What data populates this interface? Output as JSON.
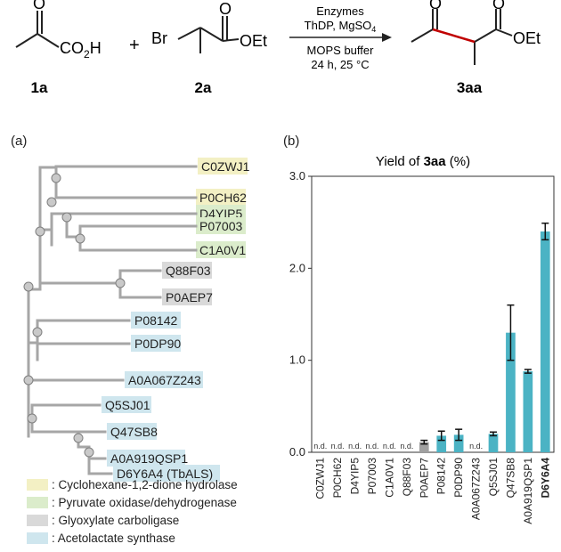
{
  "scheme": {
    "reactant1_label": "1a",
    "reactant1_formula": "CO2H",
    "plus": "+",
    "reactant2_label": "2a",
    "reactant2_br": "Br",
    "reactant2_oet": "OEt",
    "conditions_line1": "Enzymes",
    "conditions_line2": "ThDP, MgSO4",
    "conditions_line3": "MOPS buffer",
    "conditions_line4": "24 h, 25 °C",
    "product_label": "3aa",
    "product_oet": "OEt",
    "oxygen": "O"
  },
  "panel_a": {
    "label": "(a)",
    "leaves": [
      {
        "id": "C0ZWJ1",
        "group": "cyclohexane"
      },
      {
        "id": "P0CH62",
        "group": "cyclohexane"
      },
      {
        "id": "D4YIP5",
        "group": "pyruvate"
      },
      {
        "id": "P07003",
        "group": "pyruvate"
      },
      {
        "id": "C1A0V1",
        "group": "pyruvate"
      },
      {
        "id": "Q88F03",
        "group": "glyoxylate"
      },
      {
        "id": "P0AEP7",
        "group": "glyoxylate"
      },
      {
        "id": "P08142",
        "group": "acetolactate"
      },
      {
        "id": "P0DP90",
        "group": "acetolactate"
      },
      {
        "id": "A0A067Z243",
        "group": "acetolactate"
      },
      {
        "id": "Q5SJ01",
        "group": "acetolactate"
      },
      {
        "id": "Q47SB8",
        "group": "acetolactate"
      },
      {
        "id": "A0A919QSP1",
        "group": "acetolactate"
      },
      {
        "id": "D6Y6A4 (TbALS)",
        "group": "acetolactate"
      }
    ],
    "legend": [
      {
        "label": ": Cyclohexane-1,2-dione hydrolase",
        "color": "#f3f0c4"
      },
      {
        "label": ": Pyruvate oxidase/dehydrogenase",
        "color": "#dbeccb"
      },
      {
        "label": ": Glyoxylate carboligase",
        "color": "#d9d9d9"
      },
      {
        "label": ": Acetolactate synthase",
        "color": "#cfe6ee"
      }
    ]
  },
  "panel_b": {
    "label": "(b)",
    "nd_text": "n.d."
  },
  "chart_data": {
    "type": "bar",
    "title": "Yield of 3aa (%)",
    "title_prefix": "Yield of ",
    "title_bold": "3aa",
    "title_suffix": " (%)",
    "categories": [
      "C0ZWJ1",
      "P0CH62",
      "D4YIP5",
      "P07003",
      "C1A0V1",
      "Q88F03",
      "P0AEP7",
      "P08142",
      "P0DP90",
      "A0A067Z243",
      "Q5SJ01",
      "Q47SB8",
      "A0A919QSP1",
      "D6Y6A4"
    ],
    "values": [
      null,
      null,
      null,
      null,
      null,
      null,
      0.11,
      0.18,
      0.19,
      null,
      0.2,
      1.3,
      0.88,
      2.4
    ],
    "errors": [
      0,
      0,
      0,
      0,
      0,
      0,
      0.02,
      0.05,
      0.06,
      0,
      0.02,
      0.3,
      0.02,
      0.09
    ],
    "colors": [
      "#4bb3c4",
      "#4bb3c4",
      "#4bb3c4",
      "#4bb3c4",
      "#4bb3c4",
      "#4bb3c4",
      "#a0a0a0",
      "#4bb3c4",
      "#4bb3c4",
      "#4bb3c4",
      "#4bb3c4",
      "#4bb3c4",
      "#4bb3c4",
      "#4bb3c4"
    ],
    "bold_category": "D6Y6A4",
    "ylim": [
      0,
      3.0
    ],
    "yticks": [
      "0.0",
      "1.0",
      "2.0",
      "3.0"
    ],
    "xlabel": "",
    "ylabel": ""
  }
}
